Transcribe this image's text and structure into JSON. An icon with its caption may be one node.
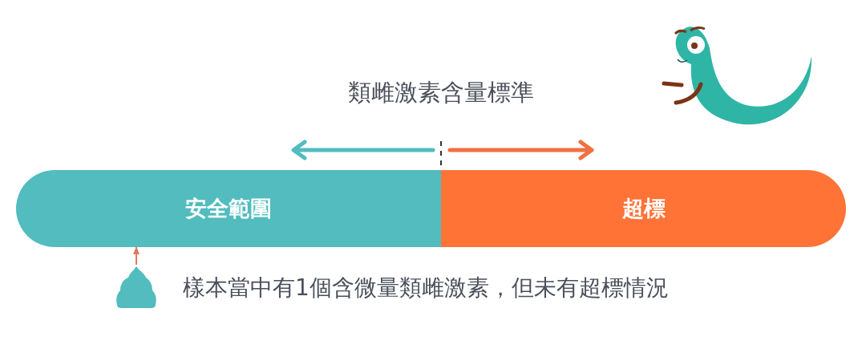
{
  "diagram": {
    "title": "類雌激素含量標準",
    "nodes": [
      {
        "text": [
          "安全範圍"
        ]
      },
      {
        "text": [
          "超標"
        ]
      },
      {
        "text": [],
        "shape": "picture",
        "beside": [
          "樣本當中有1個含微量類雌激素，但未有超標情況"
        ]
      }
    ],
    "edges": [
      {
        "from": 2,
        "to": 0,
        "arrow": "to",
        "color": "#e07a5f"
      }
    ]
  }
}
